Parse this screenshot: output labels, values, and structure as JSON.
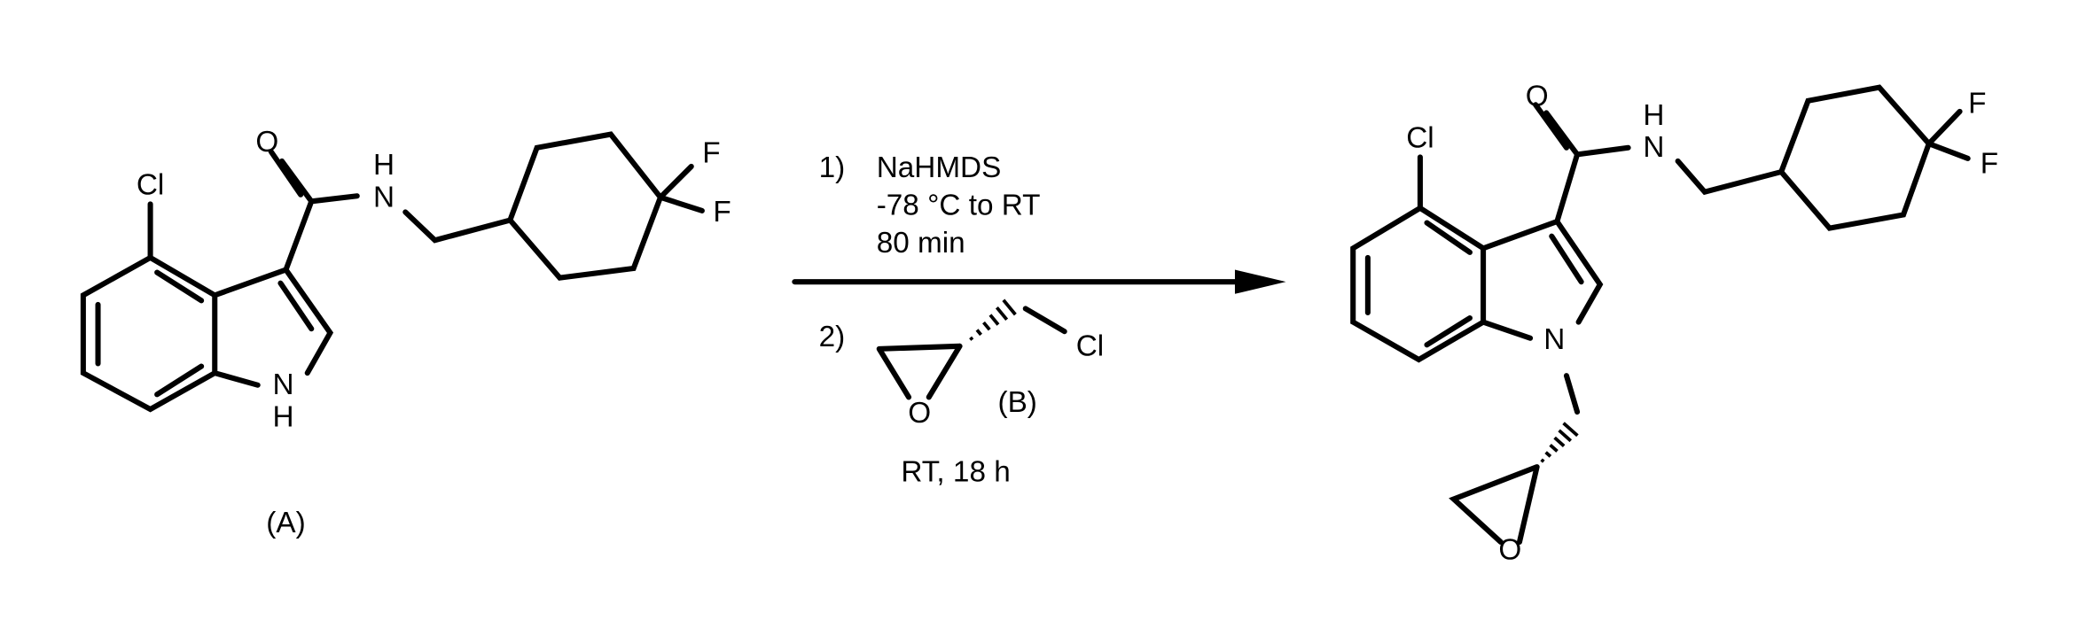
{
  "starting_material": {
    "label": "(A)",
    "atoms": {
      "cl": "Cl",
      "o": "O",
      "amide_n": "N",
      "amide_h": "H",
      "f1": "F",
      "f2": "F",
      "indole_n": "N",
      "indole_h": "H"
    }
  },
  "conditions": {
    "step1_number": "1)",
    "step1_reagent": "NaHMDS",
    "step1_temperature": "-78 °C to RT",
    "step1_time": "80 min",
    "step2_number": "2)",
    "reagent_b_atoms": {
      "o": "O",
      "cl": "Cl"
    },
    "reagent_b_label": "(B)",
    "step2_conditions": "RT, 18 h"
  },
  "product": {
    "atoms": {
      "cl": "Cl",
      "o": "O",
      "amide_n": "N",
      "amide_h": "H",
      "f1": "F",
      "f2": "F",
      "indole_n": "N",
      "epoxide_o": "O"
    }
  }
}
